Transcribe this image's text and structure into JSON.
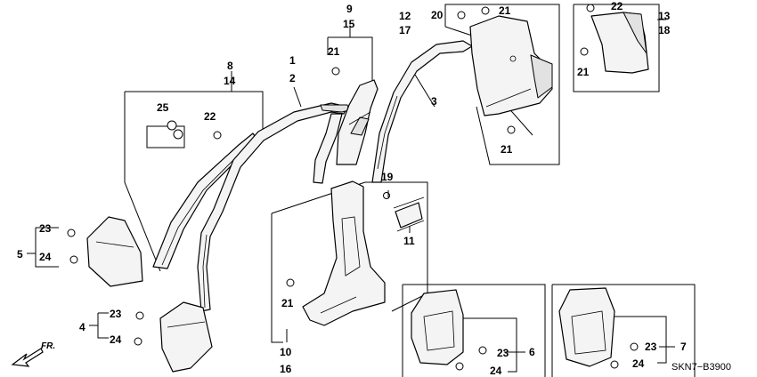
{
  "diagram_code": "SKN7−B3900",
  "direction_label": "FR.",
  "labels": {
    "l1": "1",
    "l2": "2",
    "l3": "3",
    "l4": "4",
    "l5": "5",
    "l6": "6",
    "l7": "7",
    "l8": "8",
    "l9": "9",
    "l10": "10",
    "l11": "11",
    "l12": "12",
    "l13": "13",
    "l14": "14",
    "l15": "15",
    "l16": "16",
    "l17": "17",
    "l18": "18",
    "l19": "19",
    "l20": "20",
    "l21": "21",
    "l22": "22",
    "l23": "23",
    "l24": "24",
    "l25": "25"
  }
}
